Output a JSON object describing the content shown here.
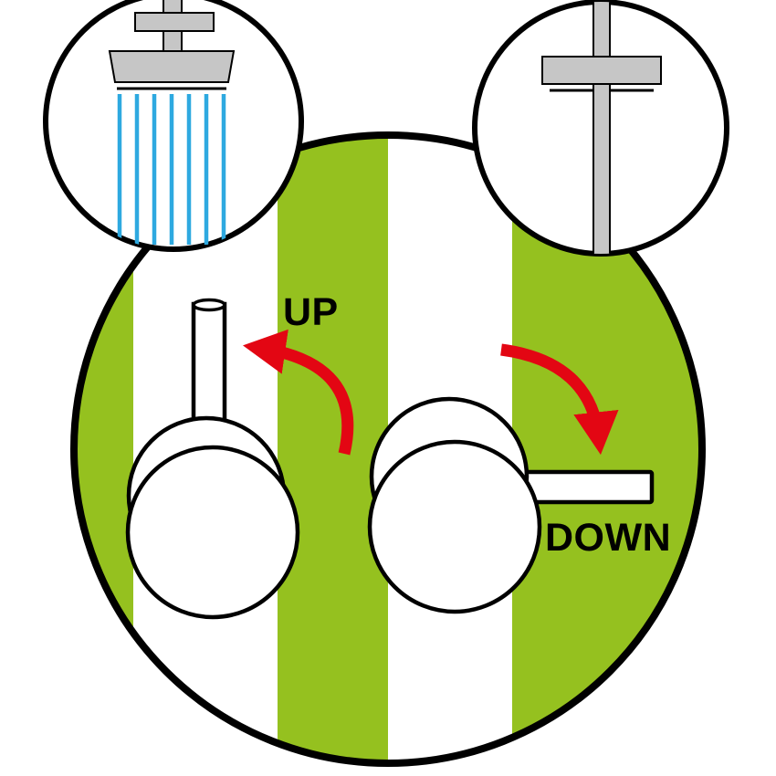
{
  "diagram": {
    "title": "shower-valve-up-down-instruction",
    "labels": {
      "up": "UP",
      "down": "DOWN"
    },
    "insets": {
      "left": "shower-head-water-on",
      "right": "shower-head-water-off"
    },
    "icons": {
      "shower_on": "shower-head-with-spray-icon",
      "shower_off": "shower-head-no-spray-icon",
      "arrow_up": "curved-arrow-rotate-up-icon",
      "arrow_down": "curved-arrow-rotate-down-icon",
      "valve_up": "valve-handle-lever-up",
      "valve_down": "valve-handle-lever-down"
    }
  },
  "colors": {
    "green": "#95C11F",
    "red": "#E30613",
    "water": "#2EA9E0",
    "metal": "#C6C6C6",
    "ink": "#000000",
    "white": "#FFFFFF"
  }
}
